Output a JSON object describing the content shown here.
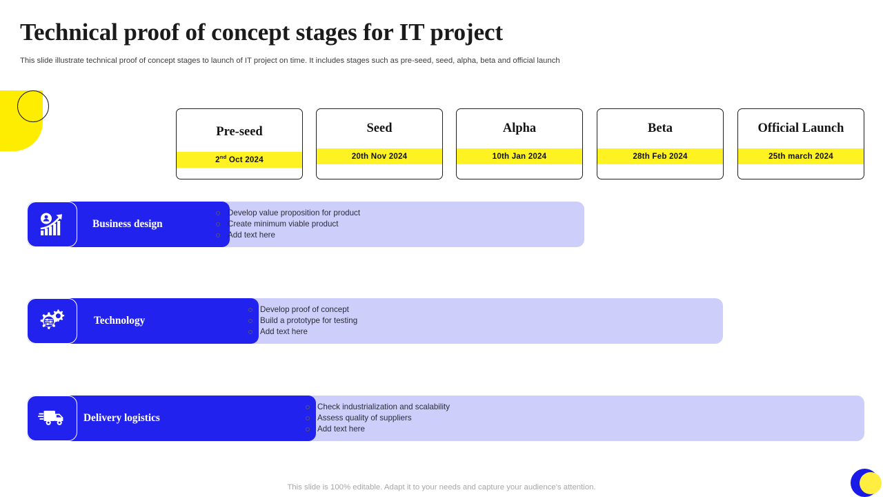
{
  "header": {
    "title": "Technical proof of concept stages for IT project",
    "subtitle": "This slide illustrate technical proof of concept stages to launch of IT project on time. It includes stages such as pre-seed, seed, alpha, beta and official launch"
  },
  "colors": {
    "brand_blue": "#2222ee",
    "panel_lavender": "#cdcffa",
    "accent_yellow": "#fff222",
    "deco_yellow": "#ffed00",
    "card_border": "#1f1f1f",
    "text_dark": "#1b1b1b",
    "footer_grey": "#a6a6a6"
  },
  "stages": [
    {
      "name": "Pre-seed",
      "date_prefix": "2",
      "date_sup": "nd",
      "date_suffix": " Oct 2024",
      "date_full": "2nd Oct 2024"
    },
    {
      "name": "Seed",
      "date_prefix": "20th",
      "date_sup": "",
      "date_suffix": " Nov 2024",
      "date_full": "20th Nov 2024"
    },
    {
      "name": "Alpha",
      "date_prefix": "10th",
      "date_sup": "",
      "date_suffix": " Jan 2024",
      "date_full": "10th Jan 2024"
    },
    {
      "name": "Beta",
      "date_prefix": "28th",
      "date_sup": "",
      "date_suffix": " Feb 2024",
      "date_full": "28th Feb 2024"
    },
    {
      "name": "Official Launch",
      "date_prefix": "25th",
      "date_sup": "",
      "date_suffix": " march 2024",
      "date_full": "25th march 2024"
    }
  ],
  "rows": [
    {
      "label": "Business design",
      "icon": "growth-chart-person-icon",
      "bullets": [
        "Develop value  proposition for product",
        "Create minimum viable  product",
        "Add text here"
      ]
    },
    {
      "label": "Technology",
      "icon": "gears-settings-icon",
      "bullets": [
        "Develop  proof of concept",
        "Build a prototype for testing",
        "Add text here"
      ]
    },
    {
      "label": "Delivery logistics",
      "icon": "delivery-truck-icon",
      "bullets": [
        "Check industrialization and  scalability",
        "Assess quality of suppliers",
        "Add text here"
      ]
    }
  ],
  "footer": {
    "note": "This slide is 100% editable. Adapt it to your needs and capture your audience's attention."
  }
}
